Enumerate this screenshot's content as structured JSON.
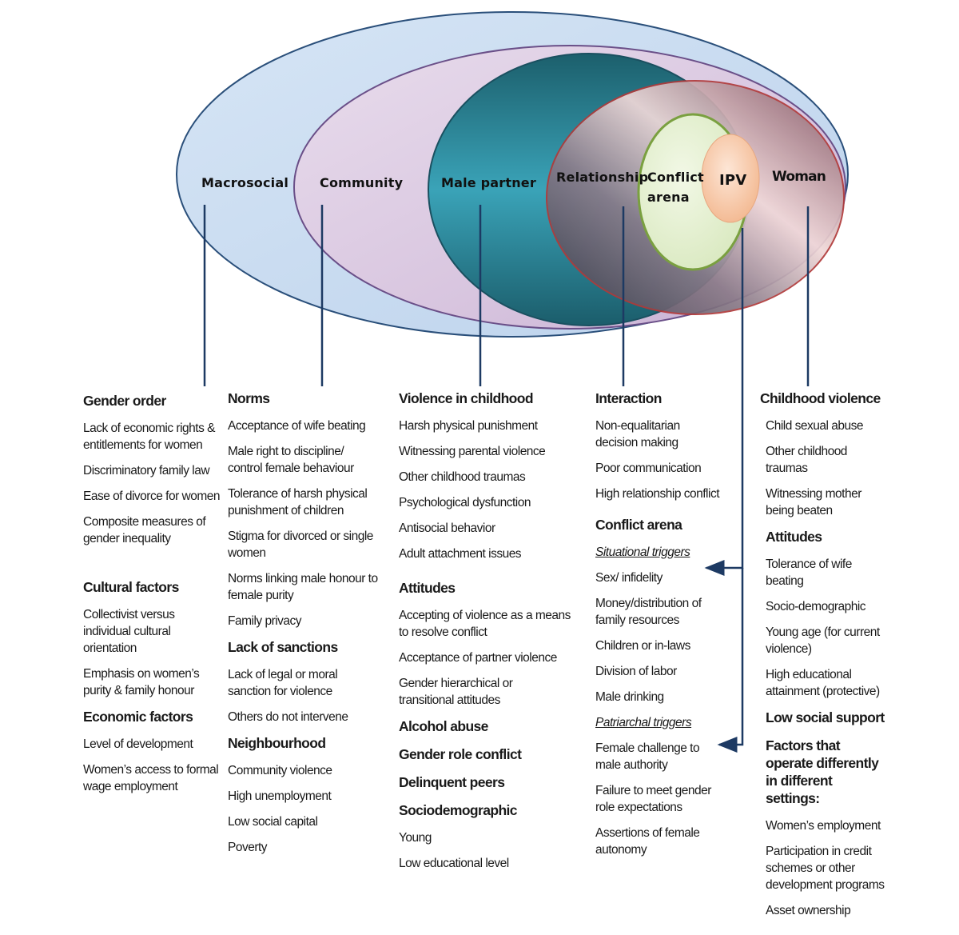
{
  "diagram": {
    "levels": {
      "macrosocial": "Macrosocial",
      "community": "Community",
      "male_partner": "Male partner",
      "relationship": "Relationship",
      "conflict_arena_line1": "Conflict",
      "conflict_arena_line2": "arena",
      "ipv": "IPV",
      "woman": "Woman"
    },
    "colors": {
      "macro_fill": "#c9dcf0",
      "macro_stroke": "#2a4f7a",
      "community_fill": "#ddcde3",
      "community_stroke": "#6a4f88",
      "male_fill": "#1f6a78",
      "male_stroke": "#1a5060",
      "relationship_fill": "#b89098",
      "relationship_stroke": "#b03a3a",
      "conflict_fill": "#e4f0d0",
      "conflict_stroke": "#7aa040",
      "ipv_fill": "#f6c8a4",
      "connector": "#1d3a63"
    }
  },
  "columns": {
    "macrosocial": {
      "heading": "Gender order",
      "items": [
        "Lack of economic rights & entitlements for women",
        "Discriminatory family law",
        "Ease of divorce for women",
        "Composite measures of gender inequality"
      ],
      "cultural_heading": "Cultural factors",
      "cultural_items": [
        "Collectivist versus individual cultural orientation",
        "Emphasis on women’s purity & family honour"
      ],
      "economic_heading": "Economic factors",
      "economic_items": [
        "Level of development",
        "Women’s access to formal wage employment"
      ]
    },
    "community": {
      "heading": "Norms",
      "items": [
        "Acceptance of wife beating",
        "Male right to discipline/ control female behaviour",
        "Tolerance of harsh physical punishment of children",
        "Stigma for divorced or single women",
        "Norms linking male honour to female purity",
        "Family privacy"
      ],
      "sanctions_heading": "Lack of sanctions",
      "sanctions_items": [
        "Lack of legal or moral sanction for violence",
        "Others do not intervene"
      ],
      "neighbourhood_heading": "Neighbourhood",
      "neighbourhood_items": [
        "Community violence",
        "High unemployment",
        "Low social capital",
        "Poverty"
      ]
    },
    "male_partner": {
      "heading": "Violence in childhood",
      "items": [
        "Harsh physical punishment",
        "Witnessing parental violence",
        "Other childhood traumas",
        "Psychological dysfunction",
        "Antisocial behavior",
        "Adult attachment issues"
      ],
      "attitudes_heading": "Attitudes",
      "attitudes_items": [
        "Accepting of violence as a means to resolve conflict",
        "Acceptance of partner violence",
        "Gender hierarchical or transitional attitudes"
      ],
      "alcohol_heading": "Alcohol abuse",
      "gender_role_heading": "Gender role conflict",
      "peers_heading": "Delinquent peers",
      "socio_heading": "Sociodemographic",
      "socio_items": [
        "Young",
        "Low educational level"
      ]
    },
    "relationship": {
      "heading": "Interaction",
      "items": [
        "Non-equalitarian decision making",
        "Poor communication",
        "High relationship conflict"
      ],
      "conflict_heading": "Conflict arena",
      "situational_heading": "Situational triggers",
      "situational_items": [
        "Sex/ infidelity",
        "Money/distribution of family resources",
        "Children or in-laws",
        "Division of labor",
        "Male drinking"
      ],
      "patriarchal_heading": "Patriarchal triggers",
      "patriarchal_items": [
        "Female challenge to male authority",
        "Failure to meet gender role expectations",
        "Assertions of female autonomy"
      ]
    },
    "woman": {
      "heading": "Childhood violence",
      "items": [
        "Child sexual abuse",
        "Other childhood traumas",
        "Witnessing mother being beaten"
      ],
      "attitudes_heading": "Attitudes",
      "attitudes_items": [
        "Tolerance of wife beating"
      ],
      "socio_heading": "Socio-demographic",
      "socio_items": [
        "Young age (for current violence)",
        "High educational attainment (protective)"
      ],
      "support_heading": "Low social support",
      "settings_heading": "Factors that operate differently in different settings:",
      "settings_items": [
        "Women’s employment",
        "Participation in credit schemes or other development programs",
        "Asset ownership"
      ]
    }
  }
}
